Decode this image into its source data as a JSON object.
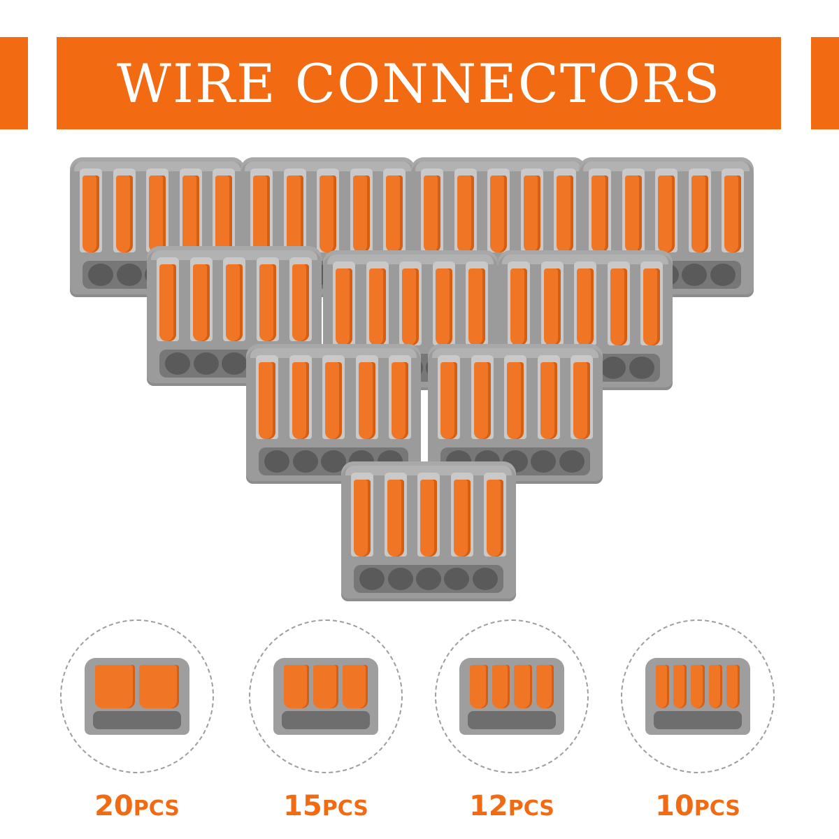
{
  "banner": {
    "title": "WIRE CONNECTORS"
  },
  "colors": {
    "accent": "#f26b12",
    "connector_gray": "#9b9b9b",
    "lever_orange": "#f07524"
  },
  "variants": [
    {
      "count": "20",
      "unit": "PCS",
      "lever_count": 2
    },
    {
      "count": "15",
      "unit": "PCS",
      "lever_count": 3
    },
    {
      "count": "12",
      "unit": "PCS",
      "lever_count": 4
    },
    {
      "count": "10",
      "unit": "PCS",
      "lever_count": 5
    }
  ]
}
